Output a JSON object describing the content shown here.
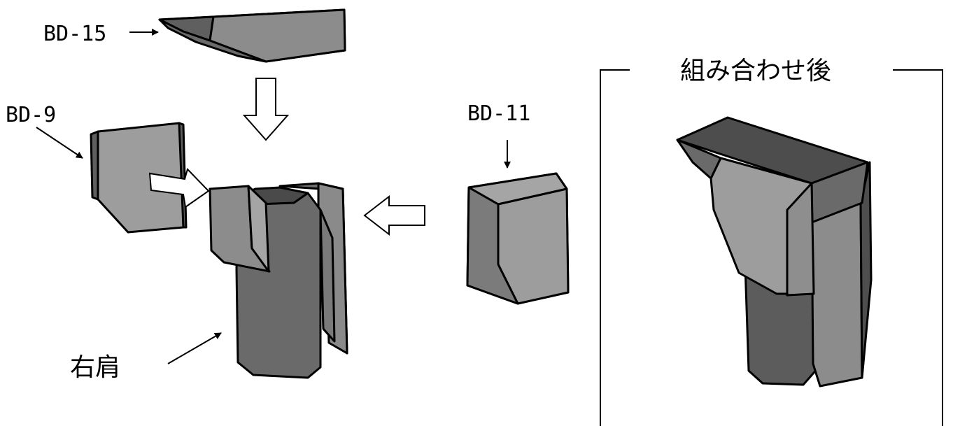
{
  "labels": {
    "bd15": "BD-15",
    "bd9": "BD-9",
    "bd11": "BD-11",
    "right_shoulder": "右肩",
    "combined_title": "組み合わせ後"
  },
  "colors": {
    "face_light": "#9d9d9d",
    "face_mid": "#838383",
    "face_dark": "#5f5f5f",
    "outline": "#000000",
    "background": "#ffffff"
  }
}
